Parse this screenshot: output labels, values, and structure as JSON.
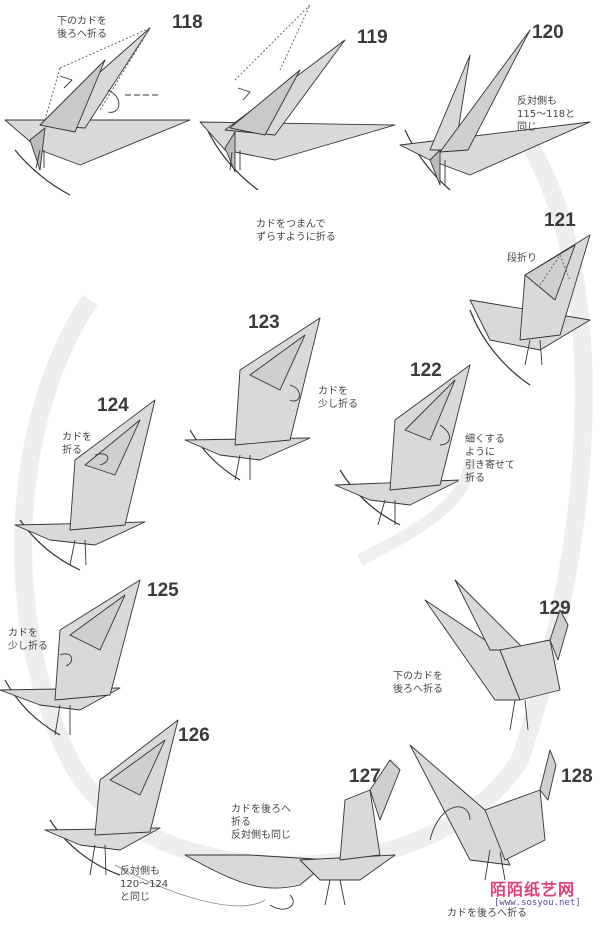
{
  "steps": [
    {
      "id": "118",
      "note": "下のカドを\n後ろへ折る"
    },
    {
      "id": "119",
      "note": ""
    },
    {
      "id": "120",
      "note": "反対側も\n115〜118と\n同じ"
    },
    {
      "id": "121",
      "note": "段折り"
    },
    {
      "id": "122",
      "note": "細くする\nように\n引き寄せて\n折る"
    },
    {
      "id": "123",
      "note": "カドを\n少し折る"
    },
    {
      "id": "124",
      "note": "カドを\n折る"
    },
    {
      "id": "125",
      "note": "カドを\n少し折る"
    },
    {
      "id": "126",
      "note": "反対側も\n120〜124\nと同じ"
    },
    {
      "id": "127",
      "note": "カドを後ろへ\n折る\n反対側も同じ"
    },
    {
      "id": "128",
      "note": "カドを後ろへ折る"
    },
    {
      "id": "129",
      "note": "下のカドを\n後ろへ折る"
    }
  ],
  "between_119_120": "カドをつまんで\nずらすように折る",
  "watermark": {
    "brand": "陌陌纸艺网",
    "url": "[www.sosyou.net]"
  },
  "colors": {
    "paper": "#d8d8d8",
    "ink": "#333333",
    "text": "#444444"
  }
}
